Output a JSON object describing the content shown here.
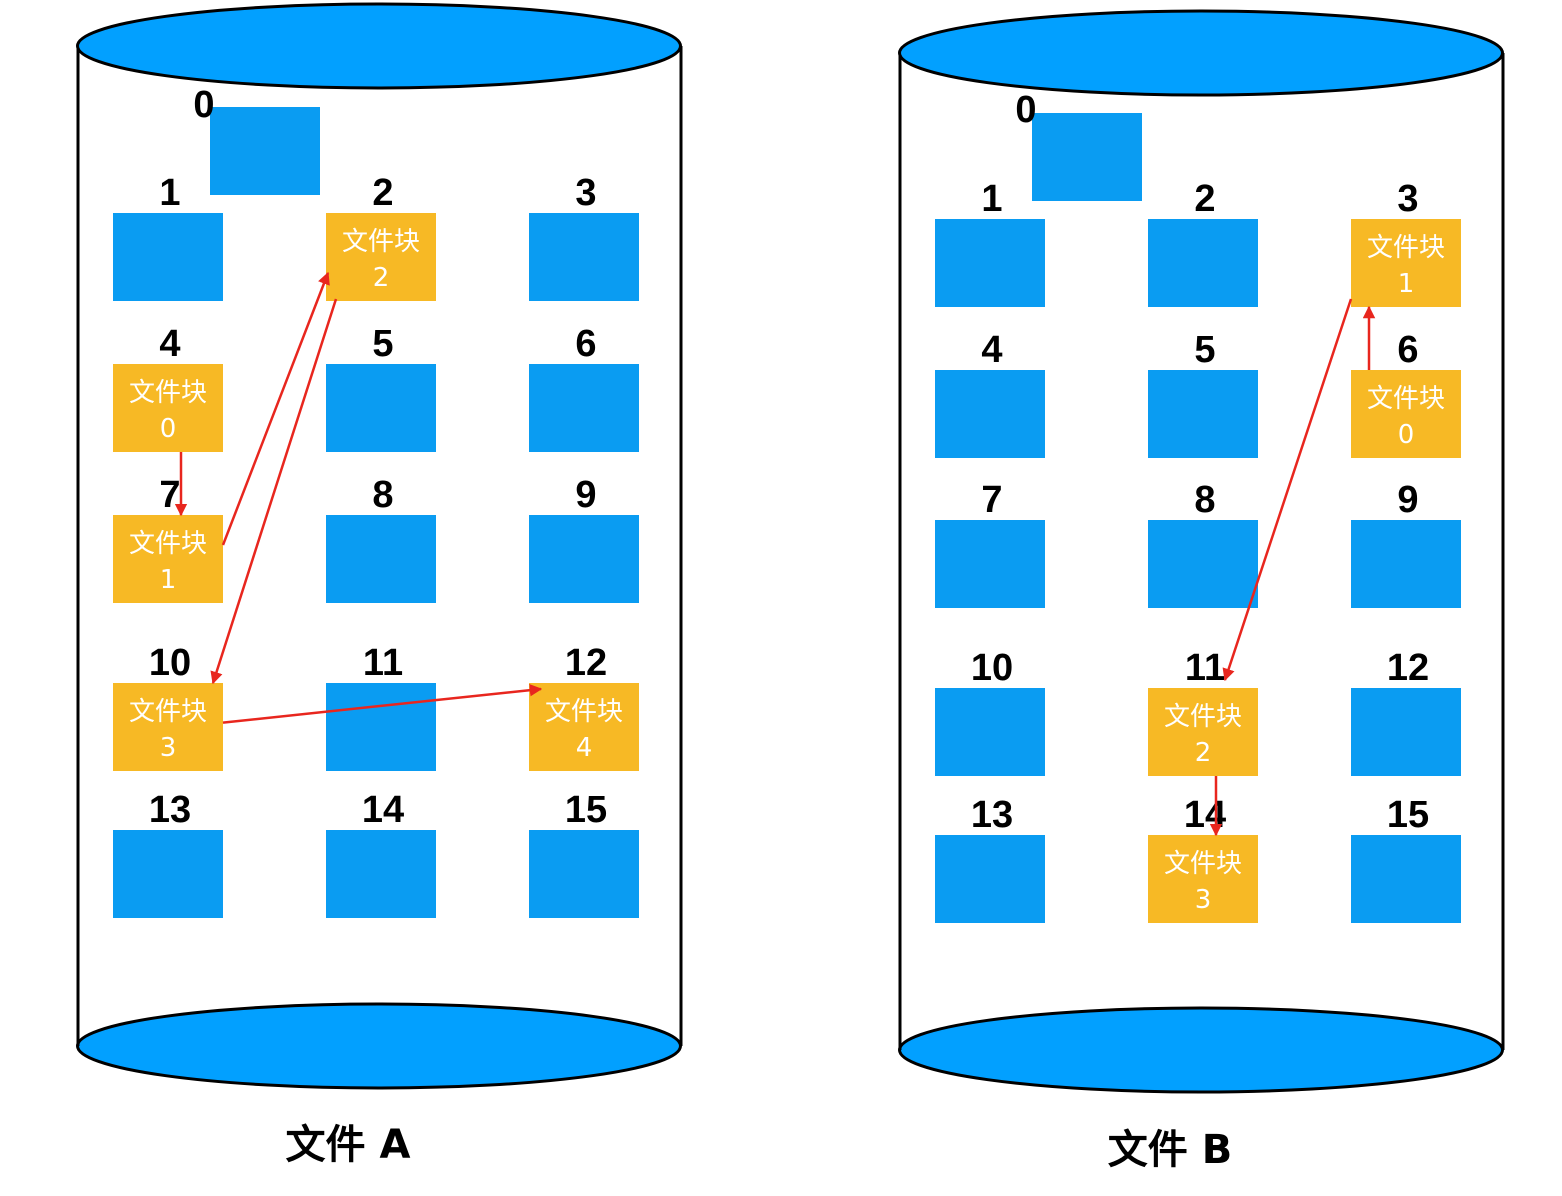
{
  "colors": {
    "disk_fill": "#02a0ff",
    "free_block": "#0a9cf2",
    "used_block": "#f7b925",
    "arrow": "#e8261e",
    "outline": "#000000"
  },
  "block_label": "文件块",
  "disks": [
    {
      "caption": "文件 A",
      "blocks": [
        {
          "number": "0",
          "used": false
        },
        {
          "number": "1",
          "used": false
        },
        {
          "number": "2",
          "used": true,
          "index": "2"
        },
        {
          "number": "3",
          "used": false
        },
        {
          "number": "4",
          "used": true,
          "index": "0"
        },
        {
          "number": "5",
          "used": false
        },
        {
          "number": "6",
          "used": false
        },
        {
          "number": "7",
          "used": true,
          "index": "1"
        },
        {
          "number": "8",
          "used": false
        },
        {
          "number": "9",
          "used": false
        },
        {
          "number": "10",
          "used": true,
          "index": "3"
        },
        {
          "number": "11",
          "used": false
        },
        {
          "number": "12",
          "used": true,
          "index": "4"
        },
        {
          "number": "13",
          "used": false
        },
        {
          "number": "14",
          "used": false
        },
        {
          "number": "15",
          "used": false
        }
      ],
      "links": [
        [
          4,
          7
        ],
        [
          7,
          2
        ],
        [
          2,
          10
        ],
        [
          10,
          12
        ]
      ]
    },
    {
      "caption": "文件 B",
      "blocks": [
        {
          "number": "0",
          "used": false
        },
        {
          "number": "1",
          "used": false
        },
        {
          "number": "2",
          "used": false
        },
        {
          "number": "3",
          "used": true,
          "index": "1"
        },
        {
          "number": "4",
          "used": false
        },
        {
          "number": "5",
          "used": false
        },
        {
          "number": "6",
          "used": true,
          "index": "0"
        },
        {
          "number": "7",
          "used": false
        },
        {
          "number": "8",
          "used": false
        },
        {
          "number": "9",
          "used": false
        },
        {
          "number": "10",
          "used": false
        },
        {
          "number": "11",
          "used": true,
          "index": "2"
        },
        {
          "number": "12",
          "used": false
        },
        {
          "number": "13",
          "used": false
        },
        {
          "number": "14",
          "used": true,
          "index": "3"
        },
        {
          "number": "15",
          "used": false
        }
      ],
      "links": [
        [
          6,
          3
        ],
        [
          3,
          11
        ],
        [
          11,
          14
        ]
      ]
    }
  ]
}
